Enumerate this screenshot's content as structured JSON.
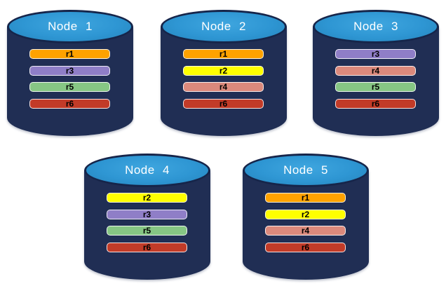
{
  "colors": {
    "background": "#FFFFFF",
    "cylinder_body": "#202E54",
    "cylinder_outline": "#16254A",
    "cylinder_top_blue": "#2E96D3",
    "node_label_text": "#FFFFFF",
    "bar_label_text": "#000000",
    "bar_border": "#FFFFFF"
  },
  "replica_colors": {
    "r1": "#FFA200",
    "r2": "#FFFF00",
    "r3": "#8F7EC7",
    "r4": "#DB897C",
    "r5": "#86C684",
    "r6": "#C23B28"
  },
  "nodes": [
    {
      "label": "Node 1",
      "replicas": [
        "r1",
        "r3",
        "r5",
        "r6"
      ]
    },
    {
      "label": "Node 2",
      "replicas": [
        "r1",
        "r2",
        "r4",
        "r6"
      ]
    },
    {
      "label": "Node 3",
      "replicas": [
        "r3",
        "r4",
        "r5",
        "r6"
      ]
    },
    {
      "label": "Node 4",
      "replicas": [
        "r2",
        "r3",
        "r5",
        "r6"
      ]
    },
    {
      "label": "Node 5",
      "replicas": [
        "r1",
        "r2",
        "r4",
        "r6"
      ]
    }
  ]
}
